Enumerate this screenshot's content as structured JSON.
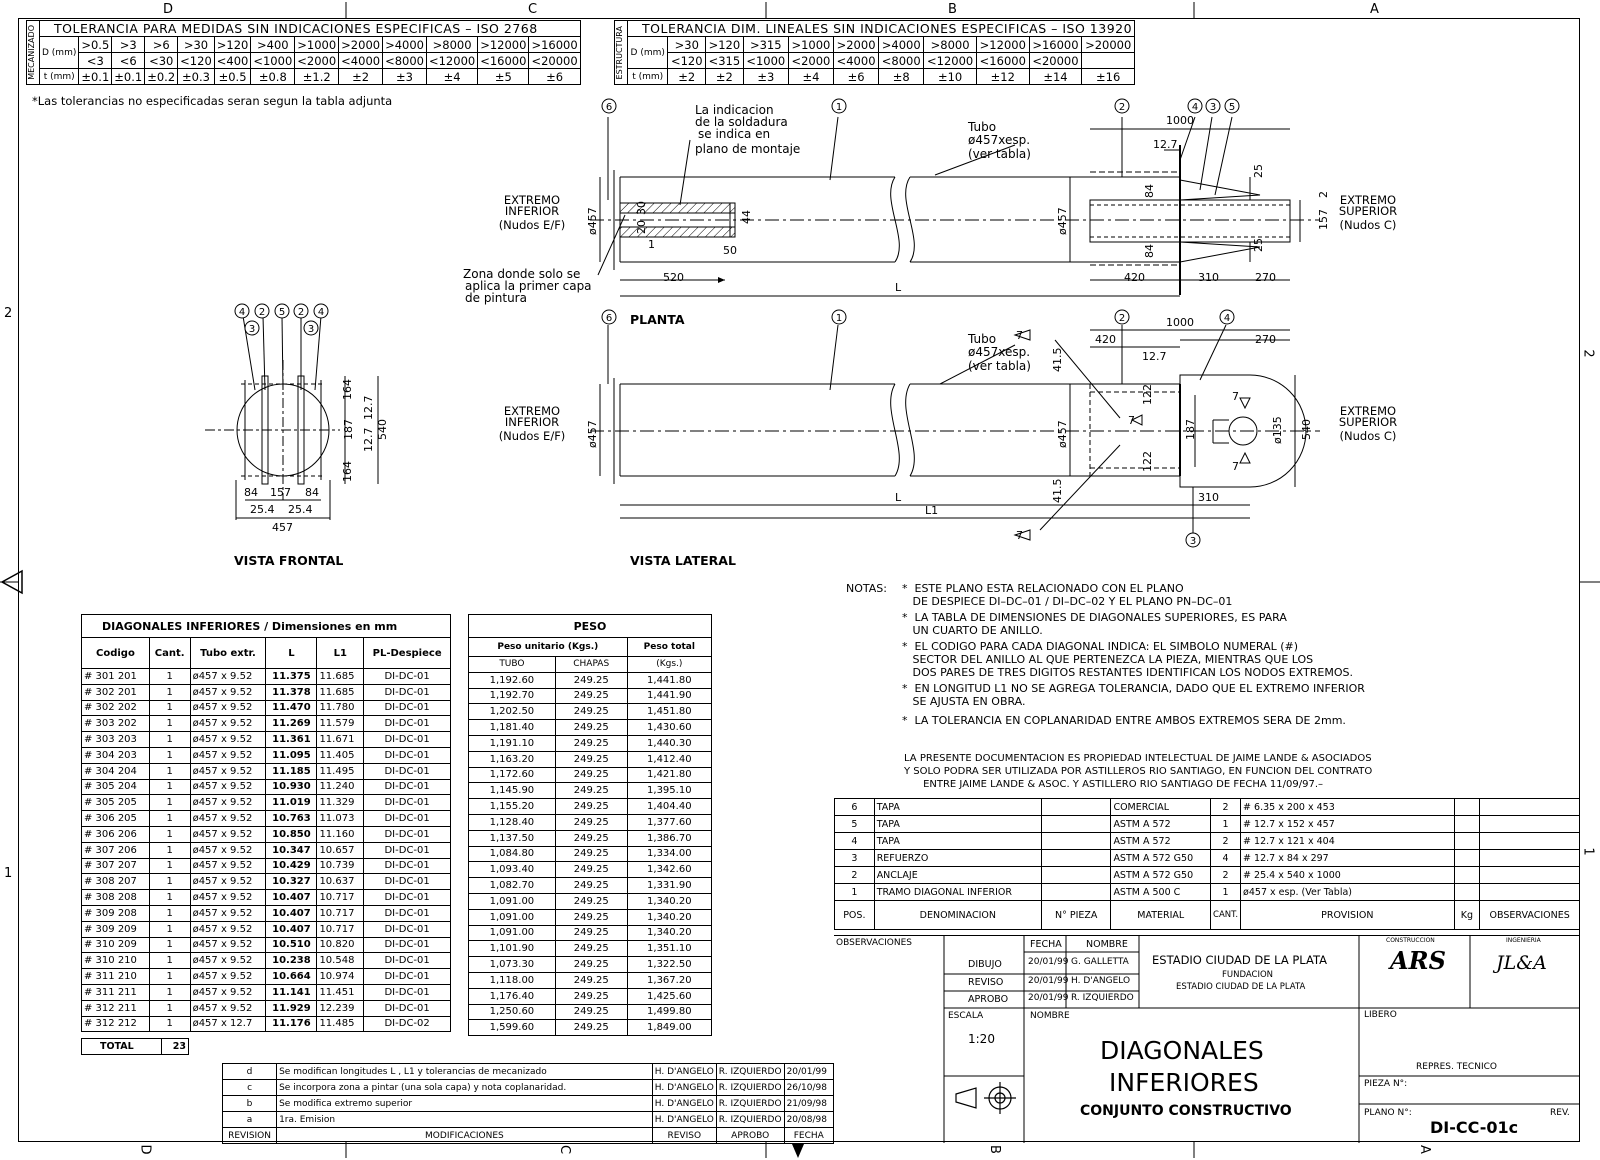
{
  "frame": {
    "zones_top": [
      "D",
      "C",
      "B",
      "A"
    ],
    "zones_bottom": [
      "D",
      "C",
      "B",
      "A"
    ],
    "zones_side": [
      "2",
      "1"
    ]
  },
  "tol_mec": {
    "side_label": "MECANIZADO",
    "title": "TOLERANCIA PARA MEDIDAS SIN INDICACIONES ESPECIFICAS – ISO 2768",
    "d_label": "D (mm)",
    "t_label": "t (mm)",
    "row_gt": [
      ">0.5",
      ">3",
      ">6",
      ">30",
      ">120",
      ">400",
      ">1000",
      ">2000",
      ">4000",
      ">8000",
      ">12000",
      ">16000"
    ],
    "row_lt": [
      "<3",
      "<6",
      "<30",
      "<120",
      "<400",
      "<1000",
      "<2000",
      "<4000",
      "<8000",
      "<12000",
      "<16000",
      "<20000"
    ],
    "row_t": [
      "±0.1",
      "±0.1",
      "±0.2",
      "±0.3",
      "±0.5",
      "±0.8",
      "±1.2",
      "±2",
      "±3",
      "±4",
      "±5",
      "±6"
    ]
  },
  "tol_est": {
    "side_label": "ESTRUCTURA",
    "title": "TOLERANCIA DIM. LINEALES SIN INDICACIONES ESPECIFICAS – ISO 13920",
    "d_label": "D (mm)",
    "t_label": "t (mm)",
    "row_gt": [
      ">30",
      ">120",
      ">315",
      ">1000",
      ">2000",
      ">4000",
      ">8000",
      ">12000",
      ">16000",
      ">20000"
    ],
    "row_lt": [
      "<120",
      "<315",
      "<1000",
      "<2000",
      "<4000",
      "<8000",
      "<12000",
      "<16000",
      "<20000",
      ""
    ],
    "row_t": [
      "±2",
      "±2",
      "±3",
      "±4",
      "±6",
      "±8",
      "±10",
      "±12",
      "±14",
      "±16"
    ]
  },
  "tol_note": "*Las tolerancias no especificadas seran segun la tabla adjunta",
  "drawing": {
    "planta_title": "PLANTA",
    "lateral_title": "VISTA LATERAL",
    "frontal_title": "VISTA FRONTAL",
    "ext_inf": [
      "EXTREMO",
      "INFERIOR",
      "(Nudos E/F)"
    ],
    "ext_sup": [
      "EXTREMO",
      "SUPERIOR",
      "(Nudos C)"
    ],
    "weld_note": [
      "La indicacion",
      "de la soldadura",
      "se indica en",
      "plano de montaje"
    ],
    "tube_note": [
      "Tubo",
      "ø457xesp.",
      "(ver tabla)"
    ],
    "paint_note": [
      "Zona donde solo se",
      "aplica la primer capa",
      "de pintura"
    ],
    "dims_planta": {
      "d1000": "1000",
      "d127": "12.7",
      "d25a": "25",
      "d25b": "25",
      "d84a": "84",
      "d84b": "84",
      "d157": "157",
      "d2": "2",
      "dia457a": "ø457",
      "dia457b": "ø457",
      "d30": "30",
      "d20": "20",
      "d1": "1",
      "d44": "44",
      "d50": "50",
      "d520": "520",
      "d420": "420",
      "d310": "310",
      "d270": "270",
      "L": "L"
    },
    "dims_lateral": {
      "d420": "420",
      "d1000": "1000",
      "d270": "270",
      "d127": "12.7",
      "d415a": "41.5",
      "d415b": "41.5",
      "d122a": "122",
      "d122b": "122",
      "d187": "187",
      "d135": "ø135",
      "d540": "540",
      "dia457a": "ø457",
      "dia457b": "ø457",
      "L": "L",
      "L1": "L1",
      "d310": "310",
      "w7": "7"
    },
    "dims_frontal": {
      "d164a": "164",
      "d164b": "164",
      "d127a": "12.7",
      "d127b": "12.7",
      "d187": "187",
      "d540": "540",
      "d84a": "84",
      "d157": "157",
      "d84b": "84",
      "d254a": "25.4",
      "d254b": "25.4",
      "d457": "457"
    },
    "balloons_planta": [
      "6",
      "1",
      "2",
      "4",
      "3",
      "5"
    ],
    "balloons_lateral": [
      "6",
      "1",
      "2",
      "4",
      "3"
    ],
    "balloons_frontal": [
      "4",
      "2",
      "5",
      "2",
      "4",
      "3",
      "3"
    ]
  },
  "dim_table": {
    "title": "DIAGONALES INFERIORES / Dimensiones en mm",
    "headers": [
      "Codigo",
      "Cant.",
      "Tubo extr.",
      "L",
      "L1",
      "PL-Despiece"
    ],
    "rows": [
      [
        "# 301 201",
        "1",
        "ø457 x 9.52",
        "11.375",
        "11.685",
        "DI-DC-01"
      ],
      [
        "# 302 201",
        "1",
        "ø457 x 9.52",
        "11.378",
        "11.685",
        "DI-DC-01"
      ],
      [
        "# 302 202",
        "1",
        "ø457 x 9.52",
        "11.470",
        "11.780",
        "DI-DC-01"
      ],
      [
        "# 303 202",
        "1",
        "ø457 x 9.52",
        "11.269",
        "11.579",
        "DI-DC-01"
      ],
      [
        "# 303 203",
        "1",
        "ø457 x 9.52",
        "11.361",
        "11.671",
        "DI-DC-01"
      ],
      [
        "# 304 203",
        "1",
        "ø457 x 9.52",
        "11.095",
        "11.405",
        "DI-DC-01"
      ],
      [
        "# 304 204",
        "1",
        "ø457 x 9.52",
        "11.185",
        "11.495",
        "DI-DC-01"
      ],
      [
        "# 305 204",
        "1",
        "ø457 x 9.52",
        "10.930",
        "11.240",
        "DI-DC-01"
      ],
      [
        "# 305 205",
        "1",
        "ø457 x 9.52",
        "11.019",
        "11.329",
        "DI-DC-01"
      ],
      [
        "# 306 205",
        "1",
        "ø457 x 9.52",
        "10.763",
        "11.073",
        "DI-DC-01"
      ],
      [
        "# 306 206",
        "1",
        "ø457 x 9.52",
        "10.850",
        "11.160",
        "DI-DC-01"
      ],
      [
        "# 307 206",
        "1",
        "ø457 x 9.52",
        "10.347",
        "10.657",
        "DI-DC-01"
      ],
      [
        "# 307 207",
        "1",
        "ø457 x 9.52",
        "10.429",
        "10.739",
        "DI-DC-01"
      ],
      [
        "# 308 207",
        "1",
        "ø457 x 9.52",
        "10.327",
        "10.637",
        "DI-DC-01"
      ],
      [
        "# 308 208",
        "1",
        "ø457 x 9.52",
        "10.407",
        "10.717",
        "DI-DC-01"
      ],
      [
        "# 309 208",
        "1",
        "ø457 x 9.52",
        "10.407",
        "10.717",
        "DI-DC-01"
      ],
      [
        "# 309 209",
        "1",
        "ø457 x 9.52",
        "10.407",
        "10.717",
        "DI-DC-01"
      ],
      [
        "# 310 209",
        "1",
        "ø457 x 9.52",
        "10.510",
        "10.820",
        "DI-DC-01"
      ],
      [
        "# 310 210",
        "1",
        "ø457 x 9.52",
        "10.238",
        "10.548",
        "DI-DC-01"
      ],
      [
        "# 311 210",
        "1",
        "ø457 x 9.52",
        "10.664",
        "10.974",
        "DI-DC-01"
      ],
      [
        "# 311 211",
        "1",
        "ø457 x 9.52",
        "11.141",
        "11.451",
        "DI-DC-01"
      ],
      [
        "# 312 211",
        "1",
        "ø457 x 9.52",
        "11.929",
        "12.239",
        "DI-DC-01"
      ],
      [
        "# 312 212",
        "1",
        "ø457 x 12.7",
        "11.176",
        "11.485",
        "DI-DC-02"
      ]
    ],
    "total_label": "TOTAL",
    "total_value": "23"
  },
  "weight_table": {
    "title": "PESO",
    "h1": "Peso unitario (Kgs.)",
    "h2": "Peso total",
    "sub1": "TUBO",
    "sub2": "CHAPAS",
    "sub3": "(Kgs.)",
    "rows": [
      [
        "1,192.60",
        "249.25",
        "1,441.80"
      ],
      [
        "1,192.70",
        "249.25",
        "1,441.90"
      ],
      [
        "1,202.50",
        "249.25",
        "1,451.80"
      ],
      [
        "1,181.40",
        "249.25",
        "1,430.60"
      ],
      [
        "1,191.10",
        "249.25",
        "1,440.30"
      ],
      [
        "1,163.20",
        "249.25",
        "1,412.40"
      ],
      [
        "1,172.60",
        "249.25",
        "1,421.80"
      ],
      [
        "1,145.90",
        "249.25",
        "1,395.10"
      ],
      [
        "1,155.20",
        "249.25",
        "1,404.40"
      ],
      [
        "1,128.40",
        "249.25",
        "1,377.60"
      ],
      [
        "1,137.50",
        "249.25",
        "1,386.70"
      ],
      [
        "1,084.80",
        "249.25",
        "1,334.00"
      ],
      [
        "1,093.40",
        "249.25",
        "1,342.60"
      ],
      [
        "1,082.70",
        "249.25",
        "1,331.90"
      ],
      [
        "1,091.00",
        "249.25",
        "1,340.20"
      ],
      [
        "1,091.00",
        "249.25",
        "1,340.20"
      ],
      [
        "1,091.00",
        "249.25",
        "1,340.20"
      ],
      [
        "1,101.90",
        "249.25",
        "1,351.10"
      ],
      [
        "1,073.30",
        "249.25",
        "1,322.50"
      ],
      [
        "1,118.00",
        "249.25",
        "1,367.20"
      ],
      [
        "1,176.40",
        "249.25",
        "1,425.60"
      ],
      [
        "1,250.60",
        "249.25",
        "1,499.80"
      ],
      [
        "1,599.60",
        "249.25",
        "1,849.00"
      ]
    ]
  },
  "notes": {
    "label": "NOTAS:",
    "items": [
      "*  ESTE PLANO ESTA RELACIONADO CON EL PLANO\n   DE DESPIECE DI–DC–01 / DI–DC–02 Y EL PLANO PN–DC–01",
      "*  LA TABLA DE DIMENSIONES DE DIAGONALES SUPERIORES, ES PARA\n   UN CUARTO DE ANILLO.",
      "*  EL CODIGO PARA CADA DIAGONAL INDICA: EL SIMBOLO NUMERAL (#)\n   SECTOR DEL ANILLO AL QUE PERTENEZCA LA PIEZA, MIENTRAS QUE LOS\n   DOS PARES DE TRES DIGITOS RESTANTES IDENTIFICAN LOS NODOS EXTREMOS.",
      "*  EN LONGITUD L1 NO SE AGREGA TOLERANCIA, DADO QUE EL EXTREMO INFERIOR\n   SE AJUSTA EN OBRA.",
      "*  LA TOLERANCIA EN COPLANARIDAD ENTRE AMBOS EXTREMOS SERA DE 2mm."
    ],
    "ip": "LA PRESENTE DOCUMENTACION ES PROPIEDAD INTELECTUAL DE JAIME LANDE & ASOCIADOS\nY SOLO PODRA SER UTILIZADA POR ASTILLEROS RIO SANTIAGO, EN FUNCION DEL CONTRATO\n      ENTRE JAIME LANDE & ASOC. Y ASTILLERO RIO SANTIAGO DE FECHA 11/09/97.–"
  },
  "bom": {
    "rows": [
      [
        "6",
        "TAPA",
        "",
        "COMERCIAL",
        "2",
        "# 6.35 x 200 x 453",
        "",
        ""
      ],
      [
        "5",
        "TAPA",
        "",
        "ASTM A 572",
        "1",
        "# 12.7 x 152 x 457",
        "",
        ""
      ],
      [
        "4",
        "TAPA",
        "",
        "ASTM A 572",
        "2",
        "# 12.7 x 121 x 404",
        "",
        ""
      ],
      [
        "3",
        "REFUERZO",
        "",
        "ASTM A 572 G50",
        "4",
        "# 12.7 x 84 x 297",
        "",
        ""
      ],
      [
        "2",
        "ANCLAJE",
        "",
        "ASTM A 572 G50",
        "2",
        "# 25.4 x 540 x 1000",
        "",
        ""
      ],
      [
        "1",
        "TRAMO DIAGONAL INFERIOR",
        "",
        "ASTM A 500 C",
        "1",
        "ø457 x esp. (Ver Tabla)",
        "",
        ""
      ]
    ],
    "headers": [
      "POS.",
      "DENOMINACION",
      "N° PIEZA",
      "MATERIAL",
      "CANT.",
      "PROVISION",
      "Kg",
      "OBSERVACIONES"
    ]
  },
  "mods": {
    "rows": [
      [
        "d",
        "Se modifican longitudes L , L1 y tolerancias de mecanizado",
        "H. D'ANGELO",
        "R. IZQUIERDO",
        "20/01/99"
      ],
      [
        "c",
        "Se incorpora zona a pintar (una sola capa) y nota coplanaridad.",
        "H. D'ANGELO",
        "R. IZQUIERDO",
        "26/10/98"
      ],
      [
        "b",
        "Se modifica extremo superior",
        "H. D'ANGELO",
        "R. IZQUIERDO",
        "21/09/98"
      ],
      [
        "a",
        "1ra. Emision",
        "H. D'ANGELO",
        "R. IZQUIERDO",
        "20/08/98"
      ]
    ],
    "headers": [
      "REVISION",
      "MODIFICACIONES",
      "REVISO",
      "APROBO",
      "FECHA"
    ]
  },
  "titleblock": {
    "observaciones": "OBSERVACIONES",
    "fecha": "FECHA",
    "nombre": "NOMBRE",
    "dibujo": "DIBUJO",
    "reviso": "REVISO",
    "aprobo": "APROBO",
    "dibujo_fecha": "20/01/99",
    "reviso_fecha": "20/01/99",
    "aprobo_fecha": "20/01/99",
    "dibujo_nombre": "G. GALLETTA",
    "reviso_nombre": "H. D'ANGELO",
    "aprobo_nombre": "R. IZQUIERDO",
    "project": "ESTADIO CIUDAD DE LA PLATA",
    "fundacion": "FUNDACION",
    "fundacion2": "ESTADIO CIUDAD DE LA PLATA",
    "construccion": "CONSTRUCCION",
    "ars": "ARS",
    "ingenieria": "INGENIERIA",
    "jla": "JL&A",
    "escala_label": "ESCALA",
    "escala": "1:20",
    "nombre_label": "NOMBRE",
    "title1": "DIAGONALES",
    "title2": "INFERIORES",
    "title3": "CONJUNTO CONSTRUCTIVO",
    "libero": "LIBERO",
    "repres": "REPRES. TECNICO",
    "pieza": "PIEZA N°:",
    "plano": "PLANO N°:",
    "plano_value": "DI-CC-01c",
    "rev": "REV."
  }
}
